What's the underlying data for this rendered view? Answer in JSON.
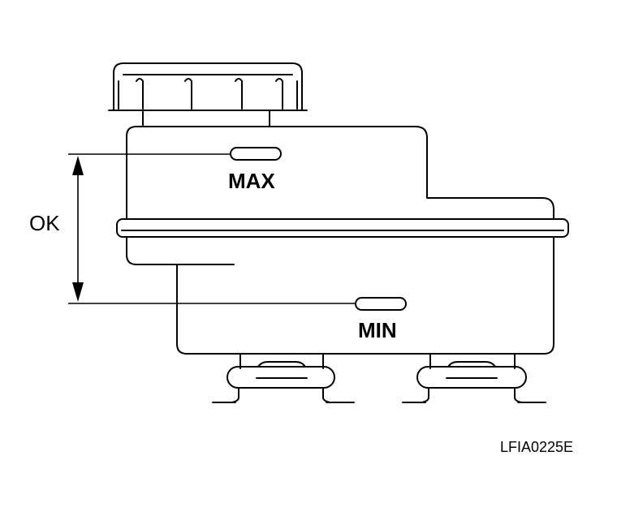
{
  "labels": {
    "max": "MAX",
    "min": "MIN",
    "ok": "OK",
    "figure_code": "LFIA0225E"
  },
  "colors": {
    "line": "#000000",
    "background": "#ffffff"
  }
}
